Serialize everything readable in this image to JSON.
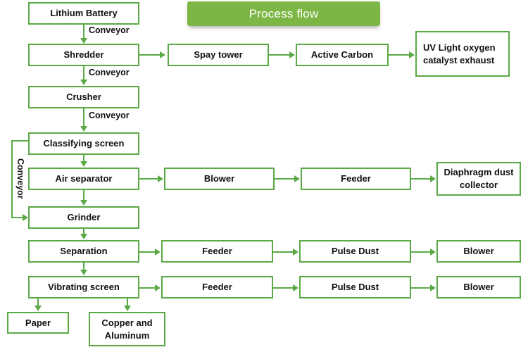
{
  "banner": {
    "label": "Process flow",
    "color": "#7cb644",
    "text_color": "#ffffff"
  },
  "theme": {
    "box_border": "#5aa945",
    "box_fill": "#ffffff",
    "connector": "#5aa945",
    "text": "#111111",
    "background": "#ffffff"
  },
  "nodes": {
    "lithium_battery": "Lithium Battery",
    "shredder": "Shredder",
    "crusher": "Crusher",
    "classifying_screen": "Classifying screen",
    "air_separator": "Air separator",
    "grinder": "Grinder",
    "separation": "Separation",
    "vibrating_screen": "Vibrating screen",
    "paper": "Paper",
    "copper_and_aluminum": "Copper and Aluminum",
    "spay_tower": "Spay tower",
    "active_carbon": "Active Carbon",
    "uv_light": "UV Light oxygen catalyst exhaust",
    "blower_1": "Blower",
    "feeder_1": "Feeder",
    "diaphragm_dust_collector": "Diaphragm dust collector",
    "feeder_2": "Feeder",
    "pulse_dust_1": "Pulse Dust",
    "blower_2": "Blower",
    "feeder_3": "Feeder",
    "pulse_dust_2": "Pulse Dust",
    "blower_3": "Blower"
  },
  "edge_labels": {
    "conveyor_1": "Conveyor",
    "conveyor_2": "Conveyor",
    "conveyor_3": "Conveyor",
    "conveyor_return": "Conveyor"
  }
}
